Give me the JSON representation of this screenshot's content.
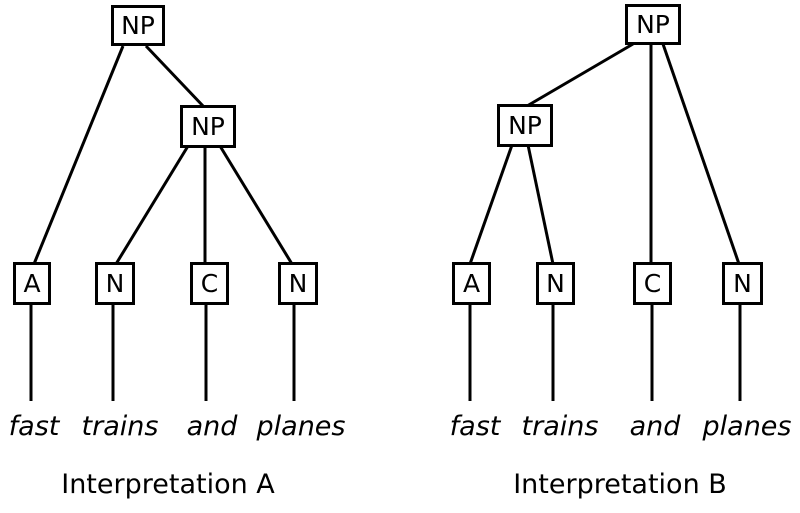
{
  "colors": {
    "background": "#ffffff",
    "line": "#000000",
    "text": "#000000"
  },
  "trees": [
    {
      "caption": "Interpretation A",
      "nodes": {
        "root": {
          "label": "NP"
        },
        "inner": {
          "label": "NP"
        },
        "leaves": [
          {
            "label": "A"
          },
          {
            "label": "N"
          },
          {
            "label": "C"
          },
          {
            "label": "N"
          }
        ]
      },
      "words": [
        "fast",
        "trains",
        "and",
        "planes"
      ],
      "edges": [
        {
          "from": "root-NP",
          "to": "leaf-A"
        },
        {
          "from": "root-NP",
          "to": "inner-NP"
        },
        {
          "from": "inner-NP",
          "to": "leaf-N1"
        },
        {
          "from": "inner-NP",
          "to": "leaf-C"
        },
        {
          "from": "inner-NP",
          "to": "leaf-N2"
        },
        {
          "from": "leaf-A",
          "to": "word-fast"
        },
        {
          "from": "leaf-N1",
          "to": "word-trains"
        },
        {
          "from": "leaf-C",
          "to": "word-and"
        },
        {
          "from": "leaf-N2",
          "to": "word-planes"
        }
      ]
    },
    {
      "caption": "Interpretation B",
      "nodes": {
        "root": {
          "label": "NP"
        },
        "inner": {
          "label": "NP"
        },
        "leaves": [
          {
            "label": "A"
          },
          {
            "label": "N"
          },
          {
            "label": "C"
          },
          {
            "label": "N"
          }
        ]
      },
      "words": [
        "fast",
        "trains",
        "and",
        "planes"
      ],
      "edges": [
        {
          "from": "root-NP",
          "to": "inner-NP"
        },
        {
          "from": "root-NP",
          "to": "leaf-C"
        },
        {
          "from": "root-NP",
          "to": "leaf-N2"
        },
        {
          "from": "inner-NP",
          "to": "leaf-A"
        },
        {
          "from": "inner-NP",
          "to": "leaf-N1"
        },
        {
          "from": "leaf-A",
          "to": "word-fast"
        },
        {
          "from": "leaf-N1",
          "to": "word-trains"
        },
        {
          "from": "leaf-C",
          "to": "word-and"
        },
        {
          "from": "leaf-N2",
          "to": "word-planes"
        }
      ]
    }
  ]
}
